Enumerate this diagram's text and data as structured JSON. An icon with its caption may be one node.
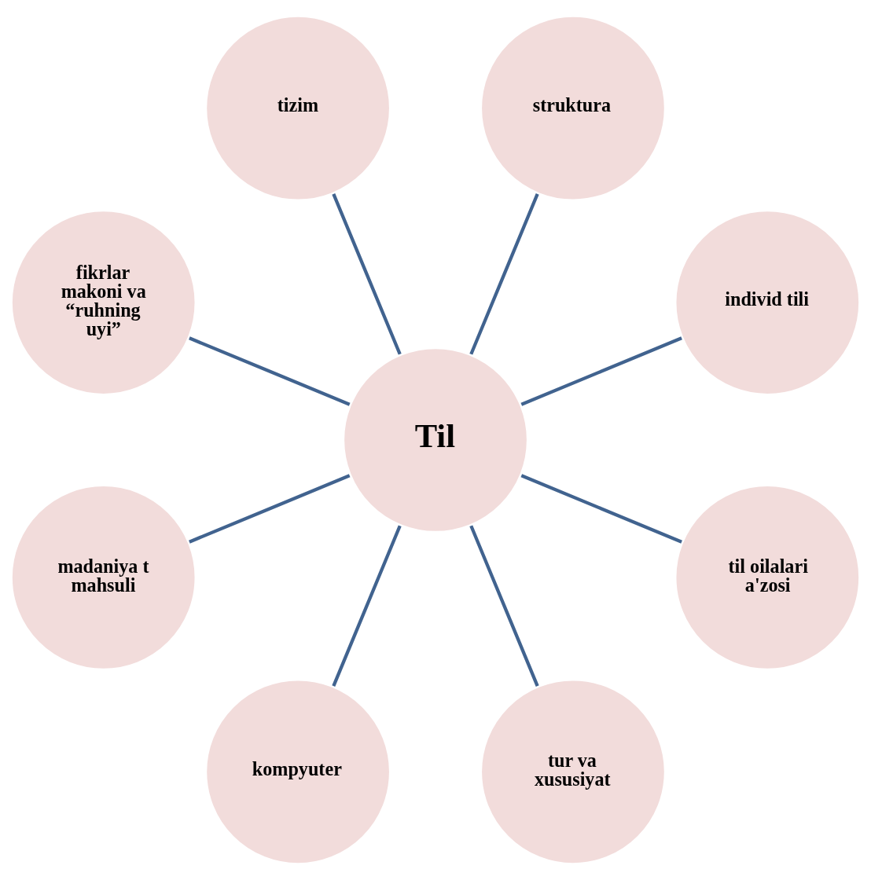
{
  "diagram": {
    "nodes": [
      {
        "text": [
          "Til"
        ]
      },
      {
        "text": [
          "individ tili"
        ]
      },
      {
        "text": [
          "struktura"
        ]
      },
      {
        "text": [
          "tizim"
        ]
      },
      {
        "text": [
          "fikrlar makoni va “ruhning uyi”"
        ]
      },
      {
        "text": [
          "madaniya t mahsuli"
        ]
      },
      {
        "text": [
          "kompyuter"
        ]
      },
      {
        "text": [
          "tur va xususiyat"
        ]
      },
      {
        "text": [
          "til oilalari a'zosi"
        ]
      }
    ],
    "edges": [
      {
        "from": 0,
        "to": 1,
        "arrow": "none"
      },
      {
        "from": 0,
        "to": 2,
        "arrow": "none"
      },
      {
        "from": 0,
        "to": 3,
        "arrow": "none"
      },
      {
        "from": 0,
        "to": 4,
        "arrow": "none"
      },
      {
        "from": 0,
        "to": 5,
        "arrow": "none"
      },
      {
        "from": 0,
        "to": 6,
        "arrow": "none"
      },
      {
        "from": 0,
        "to": 7,
        "arrow": "none"
      },
      {
        "from": 0,
        "to": 8,
        "arrow": "none"
      }
    ]
  }
}
